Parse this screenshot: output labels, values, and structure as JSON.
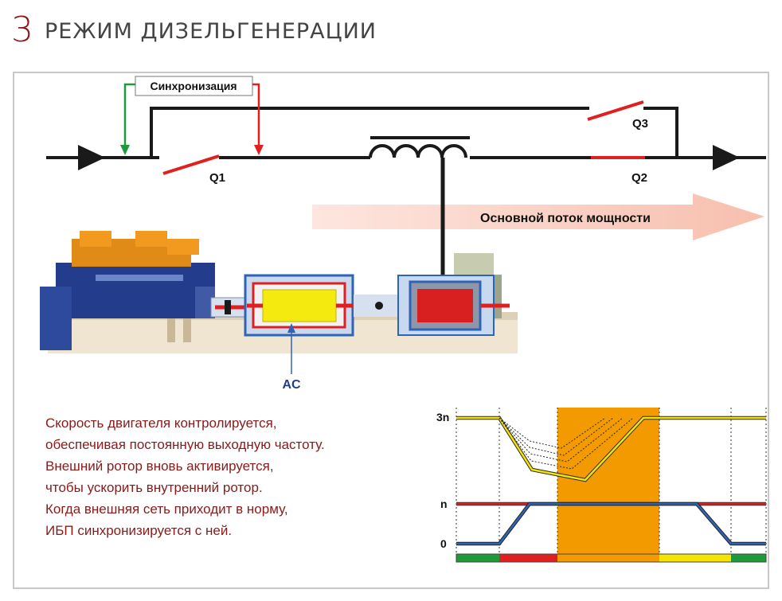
{
  "header": {
    "number": "3",
    "title": "РЕЖИМ ДИЗЕЛЬГЕНЕРАЦИИ"
  },
  "diagram": {
    "sync_label": "Синхронизация",
    "q1_label": "Q1",
    "q2_label": "Q2",
    "q3_label": "Q3",
    "power_flow_label": "Основной поток мощности",
    "ac_label": "AC"
  },
  "description": {
    "lines": [
      "Скорость двигателя контролируется,",
      "обеспечивая постоянную выходную частоту.",
      "Внешний ротор вновь активируется,",
      "чтобы ускорить внутренний ротор.",
      "Когда внешняя сеть приходит в норму,",
      "ИБП синхронизируется с ней."
    ]
  },
  "chart_labels": {
    "y_3n": "3n",
    "y_n": "n",
    "y_0": "0"
  },
  "colors": {
    "title": "#8a1a1a",
    "line_red": "#e02020",
    "line_green": "#1f9a3a",
    "orange_band": "#f29a00",
    "yellow": "#f5e400",
    "blue": "#2e64b8"
  }
}
